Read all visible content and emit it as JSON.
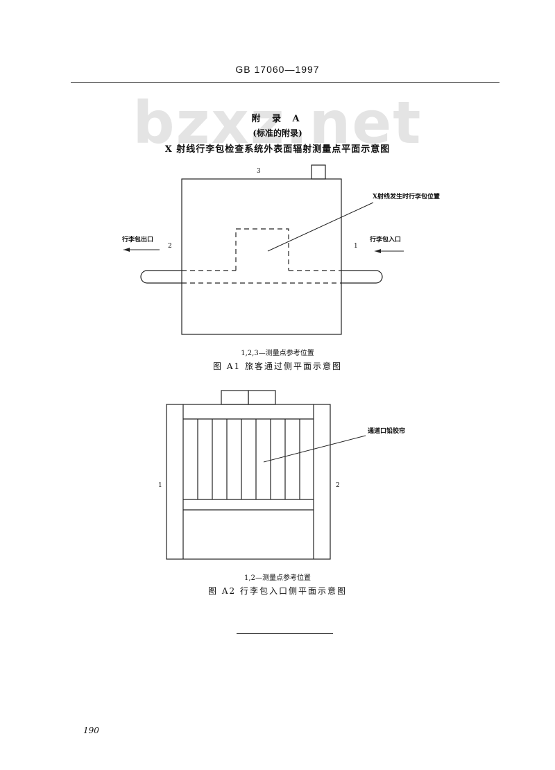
{
  "header": {
    "standard_code": "GB 17060—1997"
  },
  "watermark": "bzxz.net",
  "appendix": {
    "label": "附 录 A",
    "note": "(标准的附录)",
    "title": "X 射线行李包检查系统外表面辐射测量点平面示意图"
  },
  "figure_a1": {
    "point_3": "3",
    "point_2": "2",
    "point_1": "1",
    "exit_label": "行李包出口",
    "entrance_label": "行李包入口",
    "callout": "X射线发生时行李包位置",
    "legend": "1,2,3—测量点参考位置",
    "caption": "图 A1  旅客通过侧平面示意图"
  },
  "figure_a2": {
    "point_1": "1",
    "point_2": "2",
    "callout": "通道口铅胶帘",
    "legend": "1,2—测量点参考位置",
    "caption": "图 A2  行李包入口侧平面示意图"
  },
  "footer": {
    "page_number": "190"
  }
}
